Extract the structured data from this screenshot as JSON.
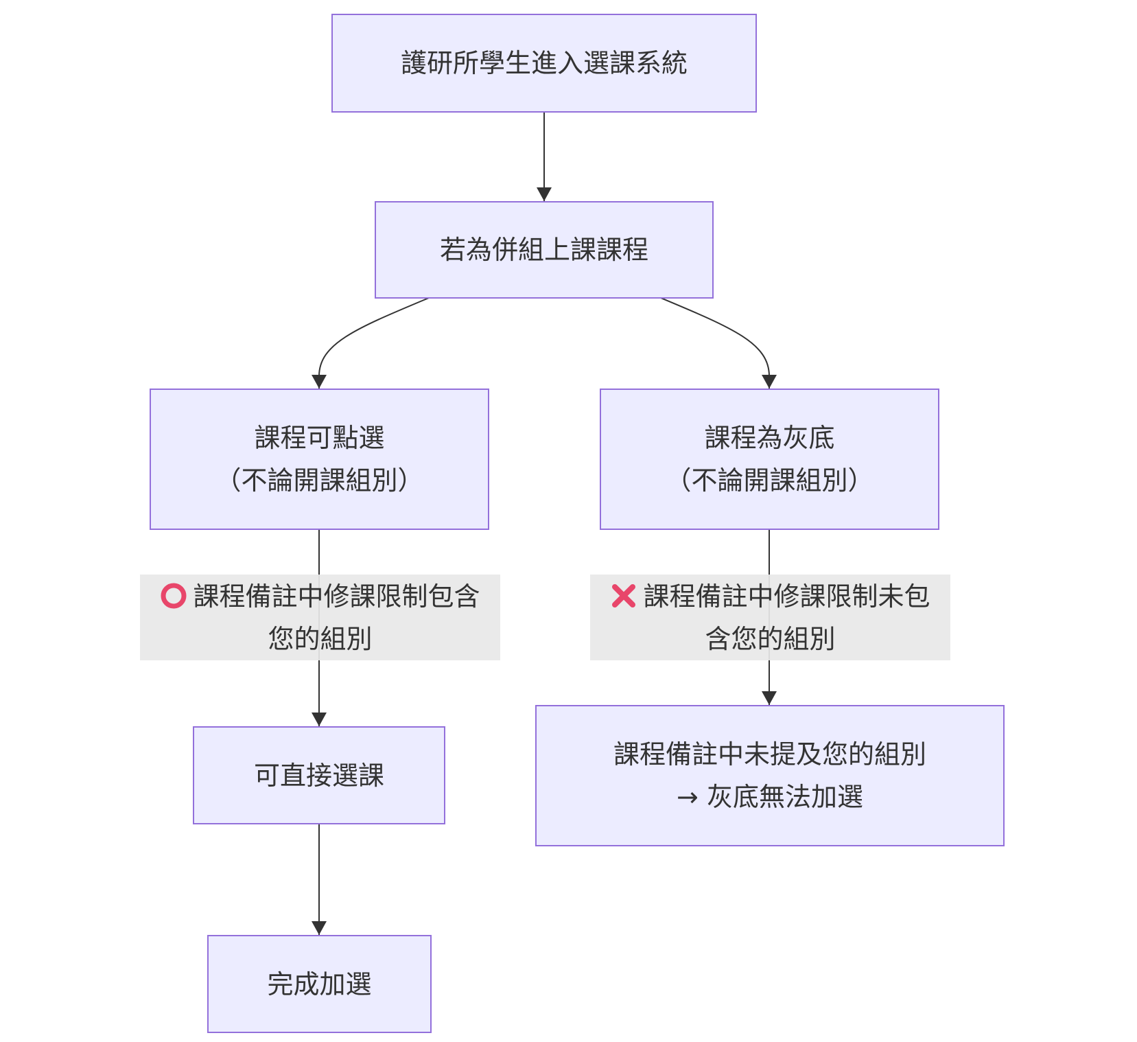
{
  "diagram": {
    "type": "flowchart",
    "colors": {
      "node_fill": "#ECECFF",
      "node_border": "#9370DB",
      "edge": "#333333",
      "label_bg": "#E8E8E8",
      "icon": "#E8466A"
    },
    "nodes": {
      "start": {
        "line1": "護研所學生進入選課系統"
      },
      "combined": {
        "line1": "若為併組上課課程"
      },
      "selectable": {
        "line1": "課程可點選",
        "line2": "（不論開課組別）"
      },
      "grayed": {
        "line1": "課程為灰底",
        "line2": "（不論開課組別）"
      },
      "direct": {
        "line1": "可直接選課"
      },
      "not_mentioned": {
        "line1": "課程備註中未提及您的組別",
        "line2": "→ 灰底無法加選"
      },
      "done": {
        "line1": "完成加選"
      }
    },
    "edge_labels": {
      "included": {
        "icon": "hollow-red-circle-icon",
        "line1": "課程備註中修課限制包含",
        "line2": "您的組別"
      },
      "excluded": {
        "icon": "red-cross-icon",
        "line1": "課程備註中修課限制未包",
        "line2": "含您的組別"
      }
    },
    "edges": [
      {
        "from": "start",
        "to": "combined"
      },
      {
        "from": "combined",
        "to": "selectable"
      },
      {
        "from": "combined",
        "to": "grayed"
      },
      {
        "from": "selectable",
        "to": "direct",
        "label": "included"
      },
      {
        "from": "grayed",
        "to": "not_mentioned",
        "label": "excluded"
      },
      {
        "from": "direct",
        "to": "done"
      }
    ]
  }
}
